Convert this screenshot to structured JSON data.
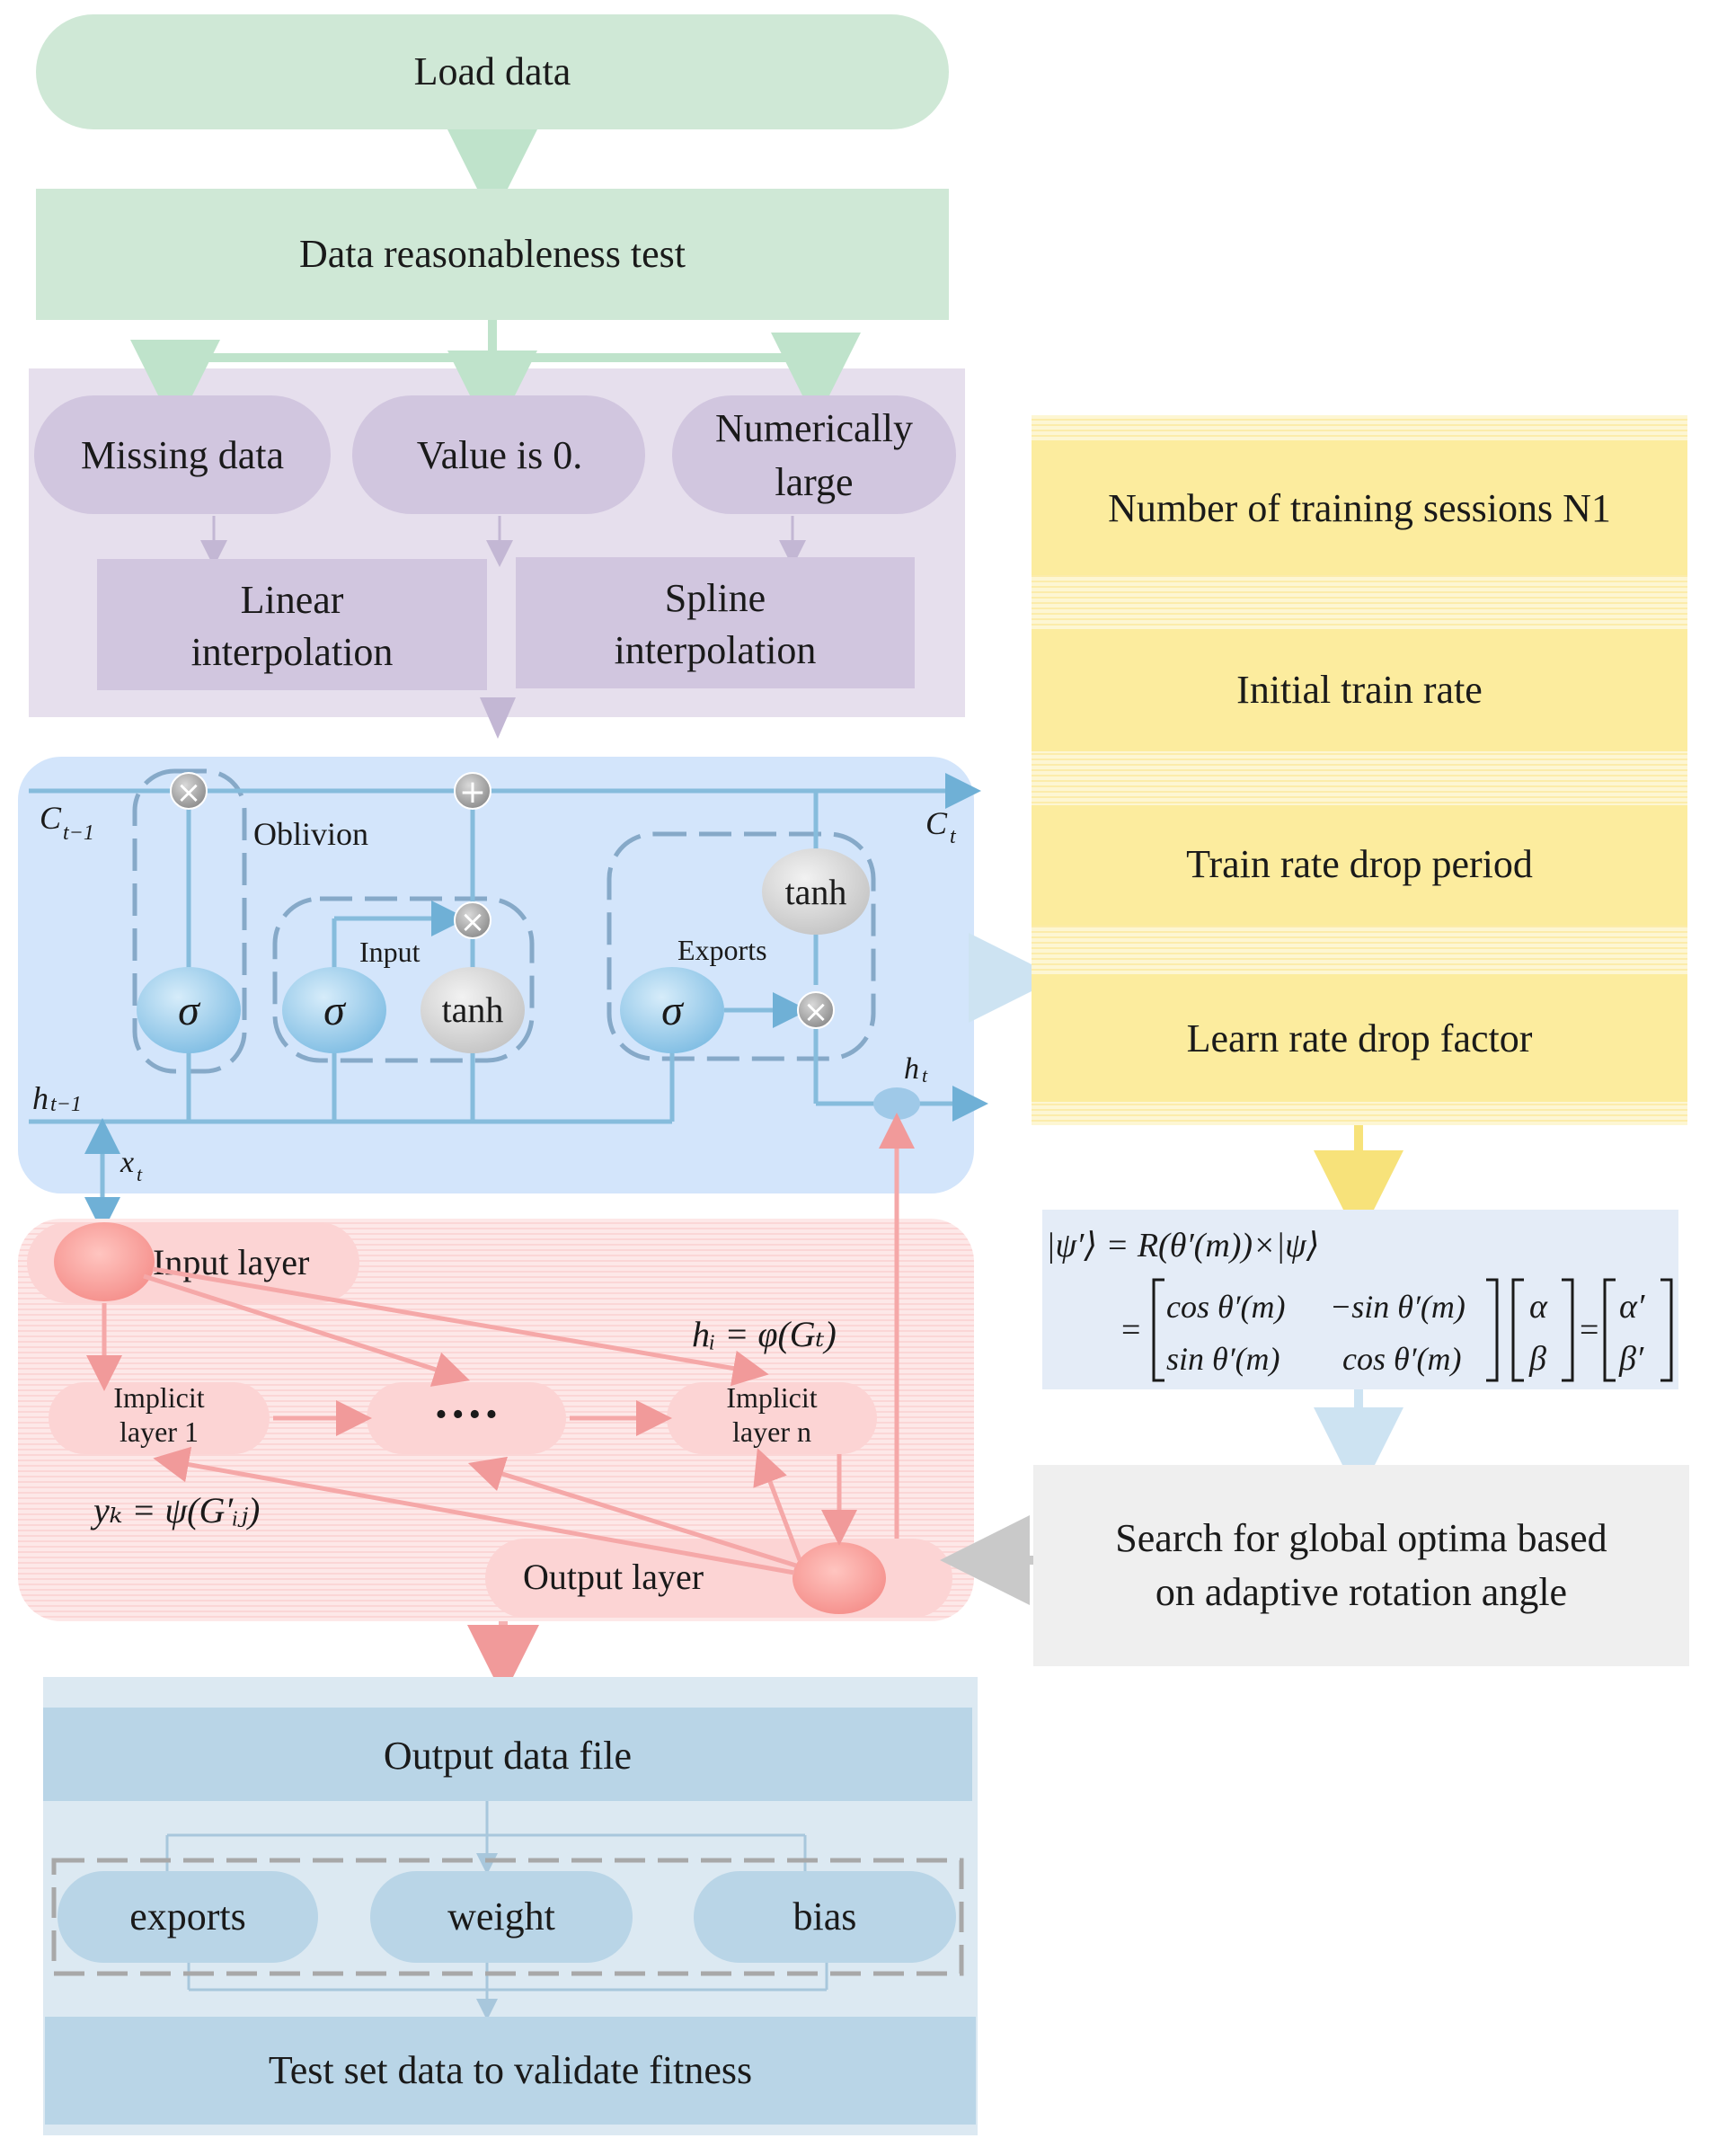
{
  "top_flow": {
    "load_data": "Load data",
    "reasonableness_test": "Data reasonableness test"
  },
  "preprocessing": {
    "missing_data": "Missing data",
    "value_zero": "Value is 0.",
    "numerically_large_line1": "Numerically",
    "numerically_large_line2": "large",
    "linear_line1": "Linear",
    "linear_line2": "interpolation",
    "spline_line1": "Spline",
    "spline_line2": "interpolation"
  },
  "lstm_cell": {
    "c_prev": "C",
    "c_prev_sub": "t−1",
    "c_t": "C",
    "c_t_sub": "t",
    "h_prev": "h",
    "h_prev_sub": "t−1",
    "h_t": "h",
    "h_t_sub": "t",
    "x_t": "x",
    "x_t_sub": "t",
    "oblivion_label": "Oblivion",
    "input_label": "Input",
    "exports_label": "Exports",
    "sigma": "σ",
    "tanh": "tanh",
    "multiply_symbol": "×",
    "add_symbol": "+"
  },
  "network": {
    "input_layer": "Input layer",
    "implicit1_line1": "Implicit",
    "implicit1_line2": "layer 1",
    "ellipsis": "····",
    "implicitn_line1": "Implicit",
    "implicitn_line2": "layer n",
    "output_layer": "Output layer",
    "formula_hidden": "hᵢ = φ(Gₜ)",
    "formula_output": "yₖ = ψ(G′ᵢⱼ)"
  },
  "output_section": {
    "output_file": "Output data file",
    "exports": "exports",
    "weight": "weight",
    "bias": "bias",
    "test_validate": "Test set data to validate fitness"
  },
  "params": {
    "training_sessions": "Number of training sessions N1",
    "initial_rate": "Initial train rate",
    "drop_period": "Train rate drop period",
    "drop_factor": "Learn rate drop factor"
  },
  "quantum": {
    "eq_line1": "|ψ′⟩ = R(θ′(m))×|ψ⟩",
    "eq_equals": "=",
    "m11": "cos θ′(m)",
    "m12": "−sin θ′(m)",
    "m21": "sin θ′(m)",
    "m22": "cos θ′(m)",
    "v1": "α",
    "v2": "β",
    "r1": "α′",
    "r2": "β′",
    "search_line1": "Search for global optima based",
    "search_line2": "on adaptive rotation angle"
  },
  "colors": {
    "green": "#cfe8d6",
    "green_arrow": "#bfe3cb",
    "purple_bg": "#e6dfed",
    "purple_box": "#d1c6df",
    "blue_bg": "#d3e5fb",
    "blue_line": "#86bcdc",
    "pink_bg": "#fde3e3",
    "pink_line": "#f5a8a8",
    "yellow": "#fcec9e",
    "gray_box": "#efefef",
    "output_bg": "#dce9f2",
    "output_box": "#b9d5e7",
    "formula_bg": "#e4ecf7"
  }
}
